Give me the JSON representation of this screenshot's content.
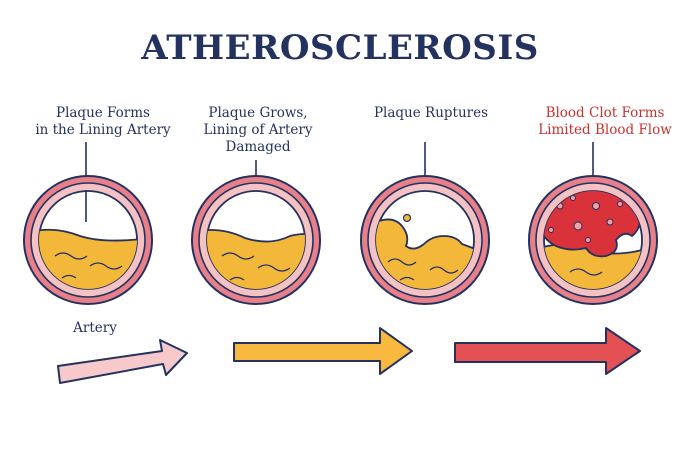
{
  "title": "ATHEROSCLEROSIS",
  "stages": [
    {
      "line1": "Plaque Forms",
      "line2": "in the Lining Artery",
      "line3": ""
    },
    {
      "line1": "Plaque Grows,",
      "line2": "Lining of Artery",
      "line3": "Damaged"
    },
    {
      "line1": "Plaque Ruptures",
      "line2": "",
      "line3": ""
    },
    {
      "line1": "Blood Clot Forms",
      "line2": "Limited Blood Flow",
      "line3": ""
    }
  ],
  "artery_label": "Artery",
  "colors": {
    "title": "#24325f",
    "outline": "#24325f",
    "vessel_outer": "#e8808a",
    "vessel_inner": "#f5c2c4",
    "plaque": "#f3b739",
    "clot": "#d9323a",
    "highlight_text": "#c8332f",
    "arrow_pink": "#f8c9cb",
    "arrow_yellow": "#f9b83e",
    "arrow_red": "#e35155"
  }
}
